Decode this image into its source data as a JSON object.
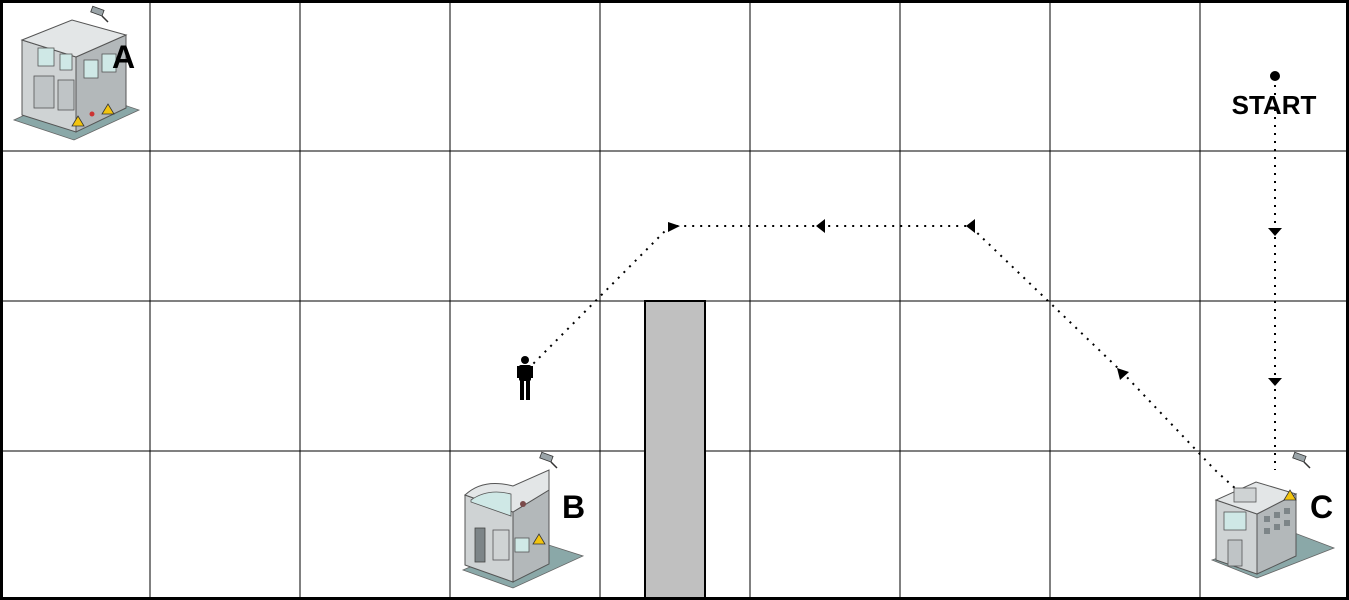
{
  "grid": {
    "rows": 4,
    "cols": 9
  },
  "labels": {
    "start": "START",
    "machine_a": "A",
    "machine_b": "B",
    "machine_c": "C"
  },
  "icons": {
    "machine_a": "industrial-machine-icon",
    "machine_b": "industrial-machine-icon",
    "machine_c": "industrial-machine-icon",
    "person": "person-icon",
    "camera": "security-camera-icon"
  },
  "colors": {
    "grid_line": "#000000",
    "wall_fill": "#c0c0c0",
    "path": "#000000"
  }
}
